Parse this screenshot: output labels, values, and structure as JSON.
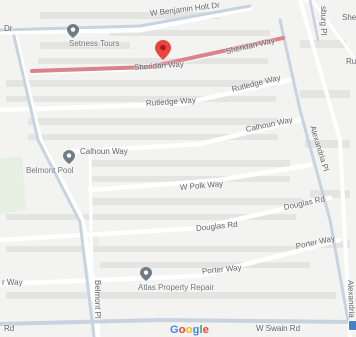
{
  "map": {
    "roads": {
      "w_benjamin_holt_dr": "W Benjamin Holt Dr",
      "dr_left": "Dr",
      "sheridan_way_left": "Sheridan Way",
      "sheridan_way_right": "Sheridan Way",
      "rutledge_way_left": "Rutledge Way",
      "rutledge_way_right": "Rutledge Way",
      "calhoun_way_left": "Calhoun Way",
      "calhoun_way_right": "Calhoun Way",
      "w_polk_way": "W Polk Way",
      "douglas_rd_left": "Douglas Rd",
      "douglas_rd_right": "Douglas Rd",
      "porter_way_left": "Porter Way",
      "porter_way_right": "Porter Way",
      "porter_way_edge": "r Way",
      "belmont_pl": "Belmont Pl",
      "alexandria_pl_upper": "Alexandria Pl",
      "alexandria_pl_lower": "Alexandria Pl",
      "w_swain_rd": "W Swain Rd",
      "rd_left": "Rd",
      "top_right_vertical": "sburg Pl",
      "top_right_edge": "She",
      "right_edge": "Ru"
    },
    "pois": {
      "setness_tours": "Setness Tours",
      "belmont_pool": "Belmont Pool",
      "atlas_property_repair": "Atlas Property Repair"
    },
    "attribution": {
      "letters": [
        "G",
        "o",
        "o",
        "g",
        "l",
        "e"
      ],
      "colors": [
        "#4285F4",
        "#EA4335",
        "#FBBC05",
        "#4285F4",
        "#34A853",
        "#EA4335"
      ]
    },
    "colors": {
      "background": "#f3f3f1",
      "road": "#ffffff",
      "major_road": "#c9d3e0",
      "building": "#e4e4e2",
      "park": "#e6f1e4",
      "highlight_route": "#d9848c",
      "marker_red": "#e8453c",
      "poi_gray": "#6f7c86"
    }
  }
}
